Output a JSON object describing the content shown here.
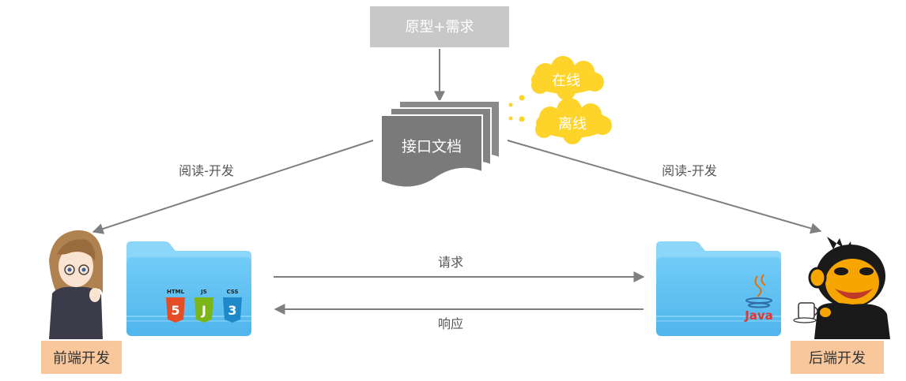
{
  "top_box": {
    "label": "原型+需求"
  },
  "doc": {
    "label": "接口文档"
  },
  "clouds": {
    "online": "在线",
    "offline": "离线"
  },
  "edges": {
    "read_left": "阅读-开发",
    "read_right": "阅读-开发",
    "request": "请求",
    "response": "响应"
  },
  "frontend": {
    "label": "前端开发",
    "badges": [
      "HTML",
      "JS",
      "CSS"
    ],
    "badge_glyphs": [
      "5",
      "J",
      "3"
    ],
    "badge_colors": [
      "#e44d26",
      "#7cb518",
      "#1e88c9"
    ]
  },
  "backend": {
    "label": "后端开发",
    "logo_text": "Java"
  },
  "colors": {
    "top_box": "#c8c8c8",
    "doc": "#7a7a7a",
    "cloud": "#ffd42a",
    "role_label": "#f9c79c",
    "folder": "#68c6f5",
    "folder_tab": "#8cd6fa",
    "line": "#7f7f7f"
  }
}
